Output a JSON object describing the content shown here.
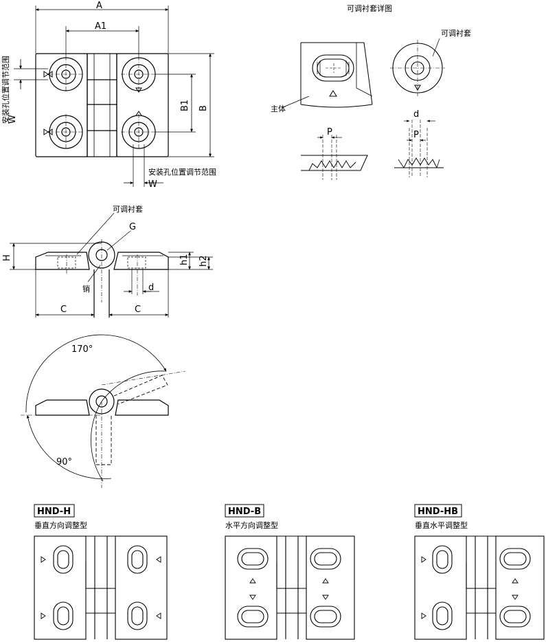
{
  "top_view": {
    "dim_A": "A",
    "dim_A1": "A1",
    "dim_B": "B",
    "dim_B1": "B1",
    "dim_W_left": "W",
    "dim_W_bottom": "W",
    "range_label_left": "安装孔位置调节范围",
    "range_label_bottom": "安装孔位置调节范围"
  },
  "detail": {
    "title": "可调衬套详图",
    "bushing_label": "可调衬套",
    "body_label": "主体",
    "dim_P_left": "P",
    "dim_P_right": "P",
    "dim_d": "d"
  },
  "side_view": {
    "bushing_label": "可调衬套",
    "dim_G": "G",
    "pin_label": "销",
    "dim_H": "H",
    "dim_h1": "h1",
    "dim_h2": "h2",
    "dim_d": "d",
    "dim_C_left": "C",
    "dim_C_right": "C"
  },
  "rotation": {
    "angle_open": "170°",
    "angle_close": "90°"
  },
  "variants": [
    {
      "code": "HND-H",
      "desc": "垂直方向调整型"
    },
    {
      "code": "HND-B",
      "desc": "水平方向调整型"
    },
    {
      "code": "HND-HB",
      "desc": "垂直水平调整型"
    }
  ]
}
